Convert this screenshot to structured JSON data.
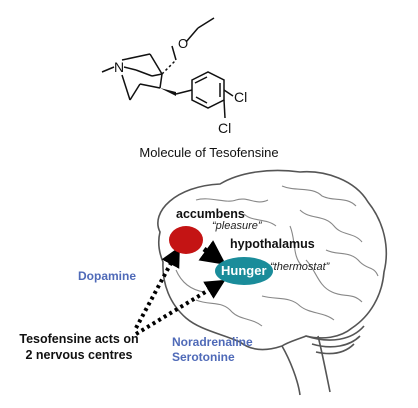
{
  "molecule": {
    "caption": "Molecule of Tesofensine",
    "atoms": {
      "nitrogen": "N",
      "chlorine_top": "Cl",
      "chlorine_bottom": "Cl"
    }
  },
  "brain": {
    "accumbens_label": "accumbens",
    "accumbens_tag": "“pleasure”",
    "hypothalamus_label": "hypothalamus",
    "hypothalamus_tag": "“thermostat”",
    "hunger_label": "Hunger",
    "dopamine_label": "Dopamine",
    "noradrenaline_label": "Noradrenaline",
    "serotonine_label": "Serotonine",
    "action_line1": "Tesofensine acts on",
    "action_line2": "2 nervous centres"
  },
  "colors": {
    "accumbens_node": "#c41414",
    "hunger_node": "#1a8c9a",
    "neurotransmitter_text": "#4f6ab8"
  }
}
